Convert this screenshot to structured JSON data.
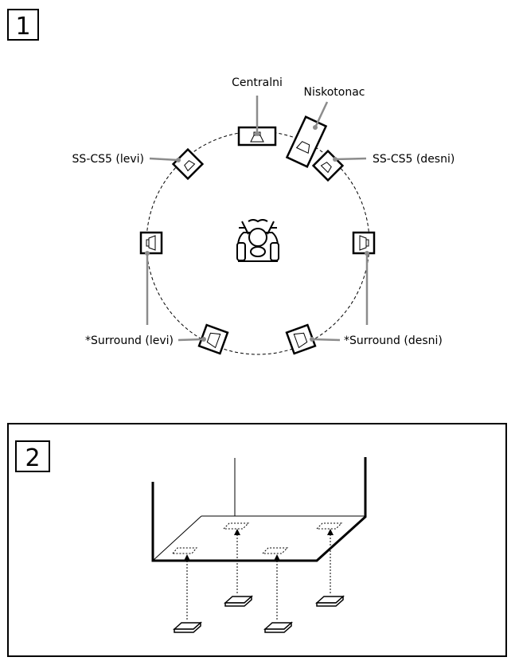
{
  "figure_1": {
    "step_number": "1",
    "labels": {
      "center": "Centralni",
      "subwoofer": "Niskotonac",
      "front_left": "SS-CS5 (levi)",
      "front_right": "SS-CS5 (desni)",
      "surround_left": "*Surround (levi)",
      "surround_right": "*Surround (desni)"
    }
  },
  "figure_2": {
    "step_number": "2"
  },
  "colors": {
    "line": "#000000",
    "leader": "#8c8c8c"
  }
}
